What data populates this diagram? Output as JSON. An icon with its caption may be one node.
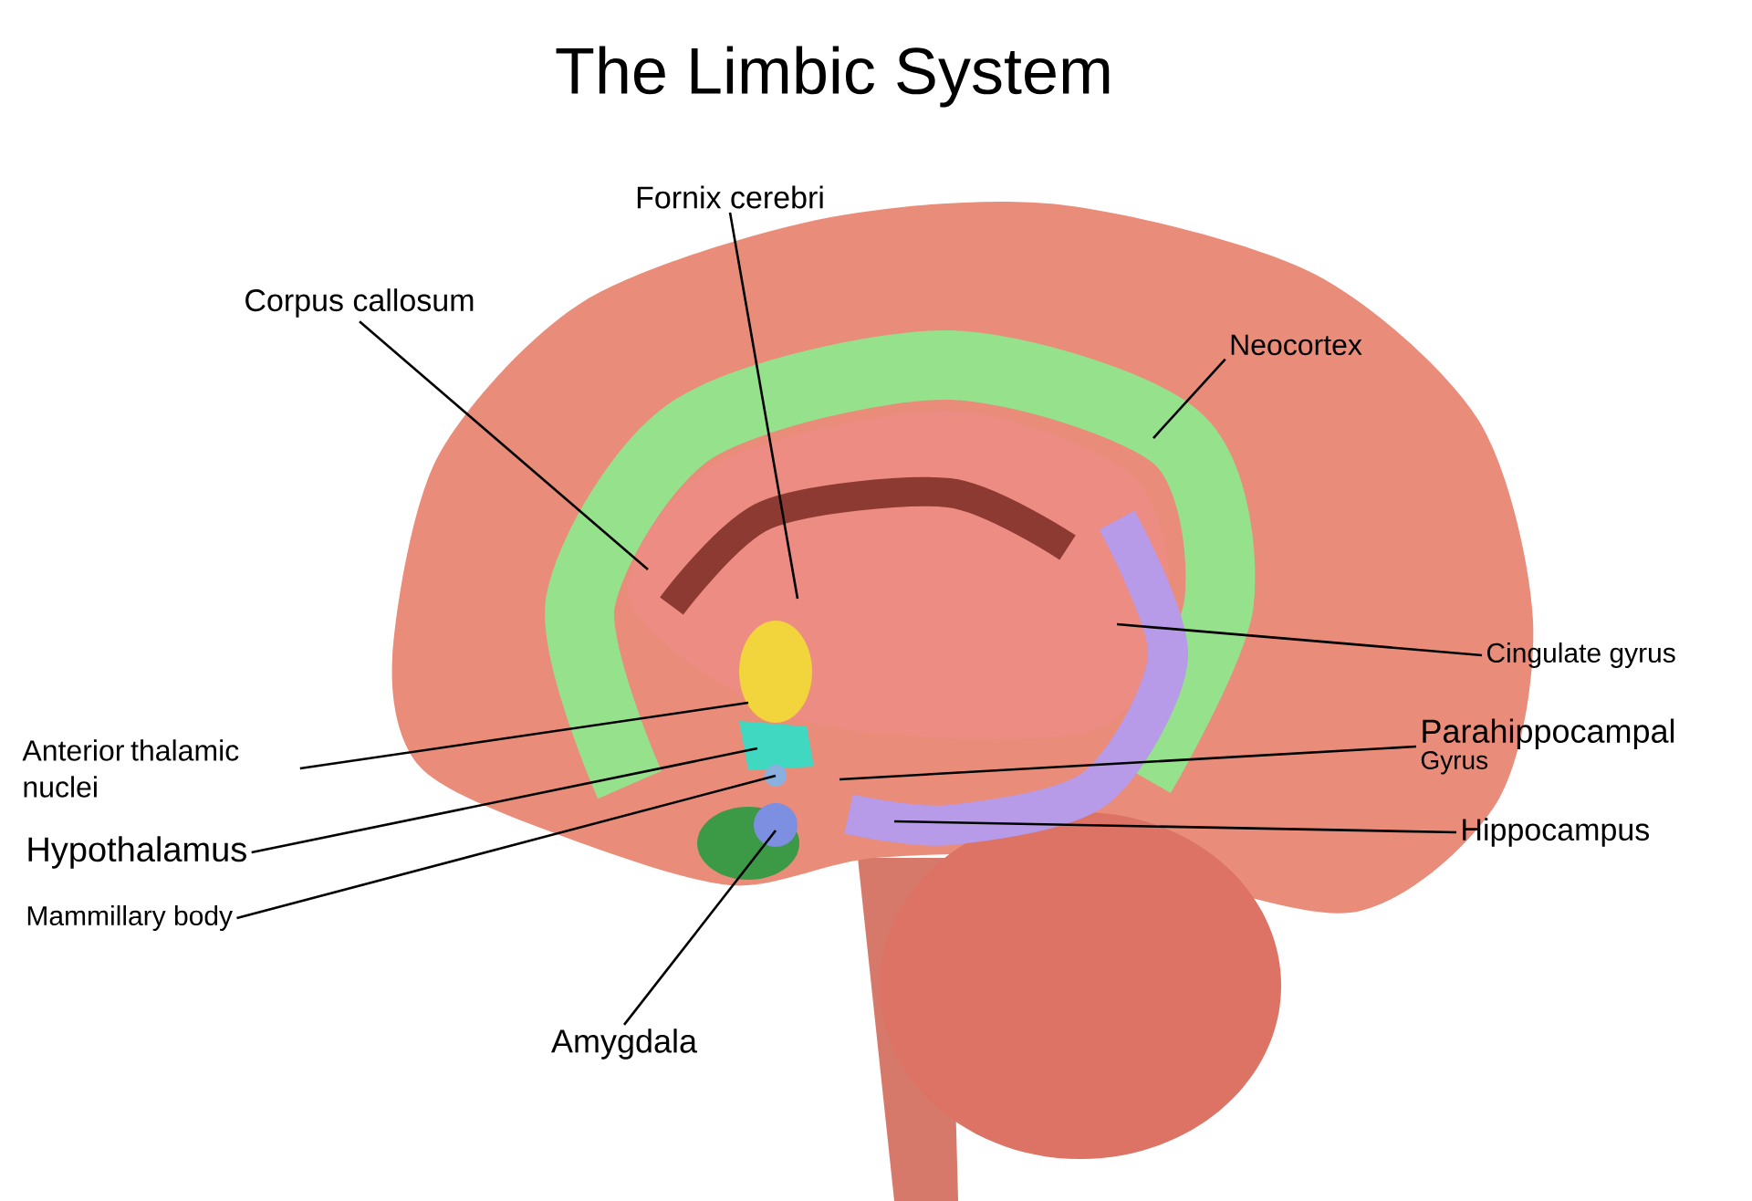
{
  "diagram": {
    "title": "The Limbic System",
    "nodes": [
      {
        "text": [
          "Fornix cerebri"
        ]
      },
      {
        "text": [
          "Corpus callosum"
        ]
      },
      {
        "text": [
          "Neocortex"
        ]
      },
      {
        "text": [
          "Cingulate gyrus"
        ]
      },
      {
        "text": [
          "Parahippocampal",
          "Gyrus"
        ]
      },
      {
        "text": [
          "Hippocampus"
        ]
      },
      {
        "text": [
          "Anterior thalamic nuclei"
        ]
      },
      {
        "text": [
          "Hypothalamus"
        ]
      },
      {
        "text": [
          "Mammillary body"
        ]
      },
      {
        "text": [
          "Amygdala"
        ]
      }
    ],
    "edges": [
      {
        "from": 0,
        "to": null,
        "arrow": "none"
      },
      {
        "from": 1,
        "to": null,
        "arrow": "none"
      },
      {
        "from": 2,
        "to": null,
        "arrow": "none"
      },
      {
        "from": 3,
        "to": null,
        "arrow": "none"
      },
      {
        "from": 4,
        "to": null,
        "arrow": "none"
      },
      {
        "from": 5,
        "to": null,
        "arrow": "none"
      },
      {
        "from": 6,
        "to": null,
        "arrow": "none"
      },
      {
        "from": 7,
        "to": null,
        "arrow": "none"
      },
      {
        "from": 8,
        "to": null,
        "arrow": "none"
      },
      {
        "from": 9,
        "to": null,
        "arrow": "none"
      }
    ]
  }
}
